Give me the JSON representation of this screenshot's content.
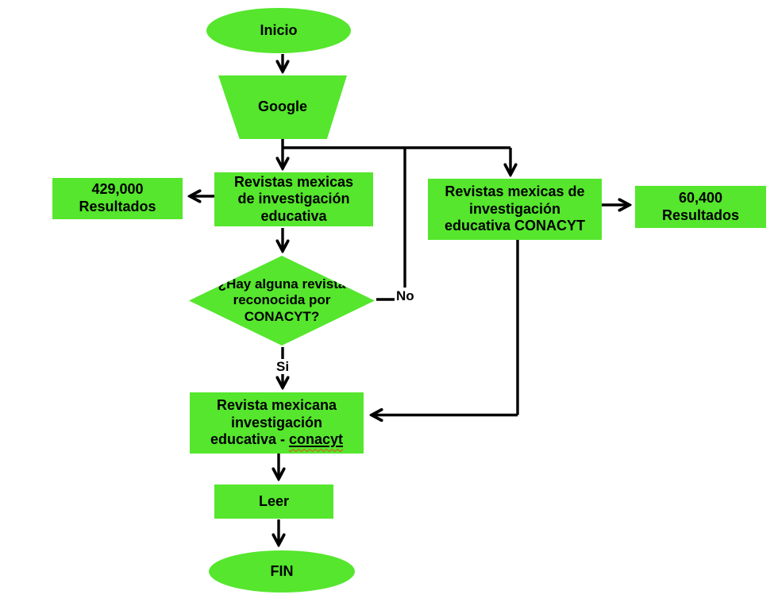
{
  "diagram": {
    "type": "flowchart",
    "colors": {
      "node_fill": "#55e62d",
      "connector": "#000000",
      "text": "#000000",
      "spellcheck_underline": "#e8401c"
    },
    "nodes": {
      "inicio": {
        "shape": "ellipse",
        "label": "Inicio"
      },
      "google": {
        "shape": "trapezoid",
        "label": "Google"
      },
      "resultados_izquierda": {
        "shape": "rect",
        "label": "429,000\nResultados"
      },
      "busqueda_general": {
        "shape": "rect",
        "label": "Revistas mexicas\nde investigación\neducativa"
      },
      "busqueda_conacyt": {
        "shape": "rect",
        "label": "Revistas mexicas de\ninvestigación\neducativa CONACYT"
      },
      "resultados_derecha": {
        "shape": "rect",
        "label": "60,400\nResultados"
      },
      "decision": {
        "shape": "diamond",
        "label": "¿Hay alguna revista\nreconocida por\nCONACYT?"
      },
      "resultado_final": {
        "shape": "rect",
        "line1": "Revista mexicana",
        "line2": "investigación",
        "line3_prefix": "educativa - ",
        "line3_subrayado": "conacyt"
      },
      "leer": {
        "shape": "rect",
        "label": "Leer"
      },
      "fin": {
        "shape": "ellipse",
        "label": "FIN"
      }
    },
    "edge_labels": {
      "si": "Si",
      "no": "No"
    }
  }
}
